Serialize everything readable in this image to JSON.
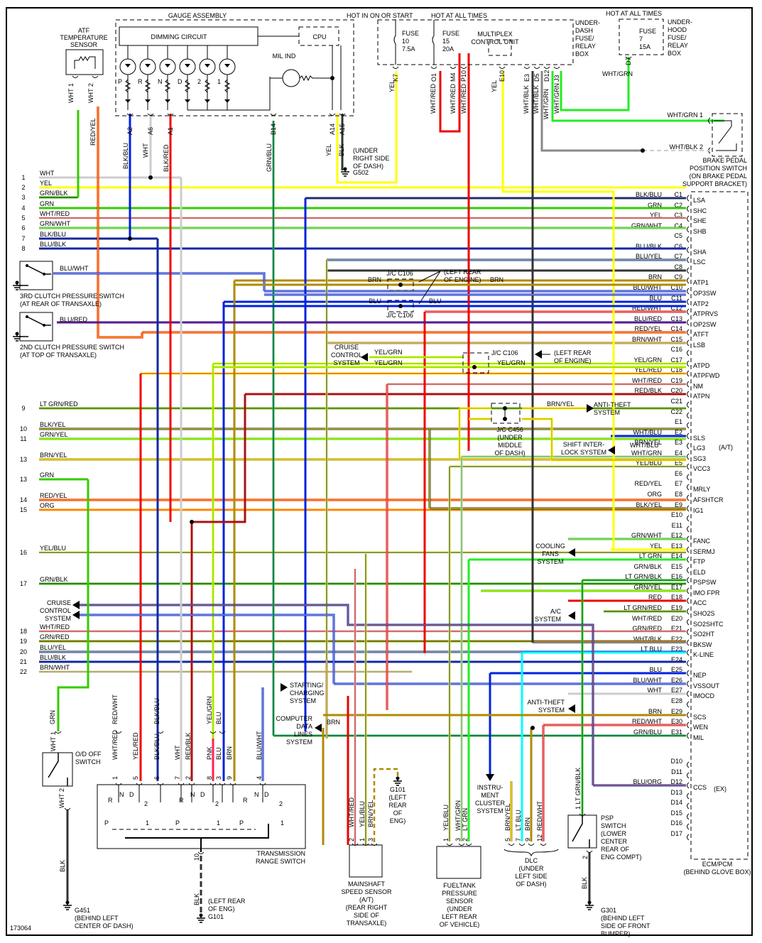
{
  "diagram_id": "173064",
  "colors": {
    "WHT": "#cccccc",
    "YEL": "#ffff00",
    "GRN": "#33cc00",
    "LTGRN": "#22ee22",
    "RED": "#ee0000",
    "BLU": "#0022dd",
    "BLK": "#333333",
    "BRN": "#b08a00",
    "ORG": "#ff8800",
    "LTBLU": "#00ffff",
    "PNK": "#ff2255",
    "GRY": "#888888"
  },
  "components": {
    "atf_sensor": [
      "ATF",
      "TEMPERATURE",
      "SENSOR"
    ],
    "gauge_assembly": "GAUGE ASSEMBLY",
    "dimming_circuit": "DIMMING CIRCUIT",
    "cpu": "CPU",
    "mil_ind": "MIL IND",
    "gauge_leds": [
      "P",
      "R",
      "N",
      "D",
      "2",
      "1"
    ],
    "hot_in_on": "HOT IN ON OR START",
    "hot_at_all_times_1": "HOT AT ALL TIMES",
    "hot_at_all_times_2": "HOT AT ALL TIMES",
    "fuse10": [
      "FUSE",
      "10",
      "7.5A"
    ],
    "fuse15": [
      "FUSE",
      "15",
      "20A"
    ],
    "fuse7": [
      "FUSE",
      "7",
      "15A"
    ],
    "multiplex": [
      "MULTIPLEX",
      "CONTROL UNIT"
    ],
    "underdash_box": [
      "UNDER-",
      "DASH",
      "FUSE/",
      "RELAY",
      "BOX"
    ],
    "underhood_box": [
      "UNDER-",
      "HOOD",
      "FUSE/",
      "RELAY",
      "BOX"
    ],
    "g502": [
      "(UNDER",
      "RIGHT SIDE",
      "OF DASH)",
      "G502"
    ],
    "brake_switch": [
      "BRAKE PEDAL",
      "POSITION SWITCH",
      "(ON BRAKE PEDAL",
      "SUPPORT BRACKET)"
    ],
    "clutch3": [
      "3RD CLUTCH PRESSURE SWITCH",
      "(AT REAR OF TRANSAXLE)"
    ],
    "clutch2": [
      "2ND CLUTCH PRESSURE SWITCH",
      "(AT TOP OF TRANSAXLE)"
    ],
    "jc_c106_a": "J/C C106",
    "jc_c106_b": "J/C C106",
    "jc_c106_c": "J/C C106",
    "left_rear_engine": [
      "(LEFT REAR",
      "OF ENGINE)"
    ],
    "left_rear_engine_2": [
      "(LEFT REAR",
      "OF ENGINE)"
    ],
    "cruise_top": [
      "CRUISE",
      "CONTROL",
      "SYSTEM"
    ],
    "jc_c456": [
      "J/C C456",
      "(UNDER",
      "MIDDLE",
      "OF DASH)"
    ],
    "anti_theft_1": [
      "ANTI-THEFT",
      "SYSTEM"
    ],
    "shift_interlock": [
      "SHIFT INTER-",
      "LOCK SYSTEM"
    ],
    "cooling_fans": [
      "COOLING",
      "FANS",
      "SYSTEM"
    ],
    "ac_system": [
      "A/C",
      "SYSTEM"
    ],
    "cruise_left": [
      "CRUISE",
      "CONTROL",
      "SYSTEM"
    ],
    "starting_charging": [
      "STARTING/",
      "CHARGING",
      "SYSTEM"
    ],
    "computer_data": [
      "COMPUTER",
      "DATA",
      "LINES",
      "SYSTEM"
    ],
    "anti_theft_2": [
      "ANTI-THEFT",
      "SYSTEM"
    ],
    "instrument_cluster": [
      "INSTRU-",
      "MENT",
      "CLUSTER",
      "SYSTEM"
    ],
    "od_switch": [
      "O/D OFF",
      "SWITCH"
    ],
    "g451": [
      "G451",
      "(BEHIND LEFT",
      "CENTER OF DASH)"
    ],
    "trs": [
      "TRANSMISSION",
      "RANGE SWITCH"
    ],
    "g101_trs": [
      "(LEFT REAR",
      "OF ENG)",
      "G101"
    ],
    "mainshaft": [
      "MAINSHAFT",
      "SPEED SENSOR",
      "(A/T)",
      "(REAR RIGHT",
      "SIDE OF",
      "TRANSAXLE)"
    ],
    "g101_ms": [
      "G101",
      "(LEFT",
      "REAR",
      "OF",
      "ENG)"
    ],
    "fueltank": [
      "FUELTANK",
      "PRESSURE",
      "SENSOR",
      "(UNDER",
      "LEFT REAR",
      "OF VEHICLE)"
    ],
    "dlc": [
      "DLC",
      "(UNDER",
      "LEFT SIDE",
      "OF DASH)"
    ],
    "psp": [
      "PSP",
      "SWITCH",
      "(LOWER",
      "CENTER",
      "REAR OF",
      "ENG COMPT)"
    ],
    "g301": [
      "G301",
      "(BEHIND LEFT",
      "SIDE OF FRONT",
      "BUMPER)"
    ],
    "ecm": [
      "ECM/PCM",
      "(BEHIND GLOVE BOX)"
    ],
    "at_tag": "(A/T)",
    "ex_tag": "(EX)"
  },
  "left_rows": [
    {
      "num": "1",
      "label": "WHT",
      "c": [
        "WHT"
      ]
    },
    {
      "num": "2",
      "label": "YEL",
      "c": [
        "YEL"
      ]
    },
    {
      "num": "3",
      "label": "GRN/BLK",
      "c": [
        "GRN",
        "BLK"
      ]
    },
    {
      "num": "4",
      "label": "GRN",
      "c": [
        "GRN"
      ]
    },
    {
      "num": "5",
      "label": "WHT/RED",
      "c": [
        "WHT",
        "RED"
      ]
    },
    {
      "num": "6",
      "label": "GRN/WHT",
      "c": [
        "GRN",
        "WHT"
      ]
    },
    {
      "num": "7",
      "label": "BLK/BLU",
      "c": [
        "BLK",
        "BLU"
      ]
    },
    {
      "num": "8",
      "label": "BLU/BLK",
      "c": [
        "BLU",
        "BLK"
      ]
    },
    {
      "num": "9",
      "label": "LT GRN/RED",
      "c": [
        "LTGRN",
        "RED"
      ]
    },
    {
      "num": "10",
      "label": "BLK/YEL",
      "c": [
        "BLK",
        "YEL"
      ]
    },
    {
      "num": "11",
      "label": "GRN/YEL",
      "c": [
        "GRN",
        "YEL"
      ]
    },
    {
      "num": "13",
      "label": "BRN/YEL",
      "c": [
        "BRN",
        "YEL"
      ]
    },
    {
      "num": "13",
      "label": "GRN",
      "c": [
        "GRN"
      ]
    },
    {
      "num": "14",
      "label": "RED/YEL",
      "c": [
        "RED",
        "YEL"
      ]
    },
    {
      "num": "15",
      "label": "ORG",
      "c": [
        "ORG"
      ]
    },
    {
      "num": "16",
      "label": "YEL/BLU",
      "c": [
        "YEL",
        "BLU"
      ]
    },
    {
      "num": "17",
      "label": "GRN/BLK",
      "c": [
        "GRN",
        "BLK"
      ]
    },
    {
      "num": "18",
      "label": "WHT/RED",
      "c": [
        "WHT",
        "RED"
      ]
    },
    {
      "num": "19",
      "label": "GRN/RED",
      "c": [
        "GRN",
        "RED"
      ]
    },
    {
      "num": "20",
      "label": "BLU/YEL",
      "c": [
        "BLU",
        "YEL"
      ]
    },
    {
      "num": "21",
      "label": "BLU/BLK",
      "c": [
        "BLU",
        "BLK"
      ]
    },
    {
      "num": "22",
      "label": "BRN/WHT",
      "c": [
        "BRN",
        "WHT"
      ]
    }
  ],
  "ecm_pins": [
    {
      "pin": "C1",
      "wire": "BLK/BLU",
      "func": "LSA",
      "c": [
        "BLK",
        "BLU"
      ]
    },
    {
      "pin": "C2",
      "wire": "GRN",
      "func": "SHC",
      "c": [
        "GRN"
      ]
    },
    {
      "pin": "C3",
      "wire": "YEL",
      "func": "SHE",
      "c": [
        "YEL"
      ]
    },
    {
      "pin": "C4",
      "wire": "GRN/WHT",
      "func": "SHB",
      "c": [
        "GRN",
        "WHT"
      ]
    },
    {
      "pin": "C5",
      "wire": "",
      "func": "",
      "c": []
    },
    {
      "pin": "C6",
      "wire": "BLU/BLK",
      "func": "SHA",
      "c": [
        "BLU",
        "BLK"
      ]
    },
    {
      "pin": "C7",
      "wire": "BLU/YEL",
      "func": "LSC",
      "c": [
        "BLU",
        "YEL"
      ]
    },
    {
      "pin": "C8",
      "wire": "",
      "func": "",
      "c": []
    },
    {
      "pin": "C9",
      "wire": "BRN",
      "func": "ATP1",
      "c": [
        "BRN"
      ]
    },
    {
      "pin": "C10",
      "wire": "BLU/WHT",
      "func": "OP3SW",
      "c": [
        "BLU",
        "WHT"
      ]
    },
    {
      "pin": "C11",
      "wire": "BLU",
      "func": "ATP2",
      "c": [
        "BLU"
      ]
    },
    {
      "pin": "C12",
      "wire": "RED/WHT",
      "func": "ATPRVS",
      "c": [
        "RED",
        "WHT"
      ]
    },
    {
      "pin": "C13",
      "wire": "BLU/RED",
      "func": "OP2SW",
      "c": [
        "BLU",
        "RED"
      ]
    },
    {
      "pin": "C14",
      "wire": "RED/YEL",
      "func": "ATFT",
      "c": [
        "RED",
        "YEL"
      ]
    },
    {
      "pin": "C15",
      "wire": "BRN/WHT",
      "func": "LSB",
      "c": [
        "BRN",
        "WHT"
      ]
    },
    {
      "pin": "C16",
      "wire": "",
      "func": "",
      "c": []
    },
    {
      "pin": "C17",
      "wire": "YEL/GRN",
      "func": "ATPD",
      "c": [
        "YEL",
        "GRN"
      ]
    },
    {
      "pin": "C18",
      "wire": "YEL/RED",
      "func": "ATPFWD",
      "c": [
        "YEL",
        "RED"
      ]
    },
    {
      "pin": "C19",
      "wire": "WHT/RED",
      "func": "NM",
      "c": [
        "WHT",
        "RED"
      ]
    },
    {
      "pin": "C20",
      "wire": "RED/BLK",
      "func": "ATPN",
      "c": [
        "RED",
        "BLK"
      ]
    },
    {
      "pin": "C21",
      "wire": "",
      "func": "",
      "c": []
    },
    {
      "pin": "C22",
      "wire": "",
      "func": "",
      "c": []
    },
    {
      "pin": "E1",
      "wire": "",
      "func": "",
      "c": []
    },
    {
      "pin": "E2",
      "wire": "WHT/BLU",
      "func": "SLS",
      "c": [
        "WHT",
        "BLU"
      ]
    },
    {
      "pin": "E3",
      "wire": "BRN/YEL",
      "func": "LG3",
      "c": [
        "BRN",
        "YEL"
      ]
    },
    {
      "pin": "E4",
      "wire": "WHT/GRN",
      "func": "SG3",
      "c": [
        "WHT",
        "GRN"
      ]
    },
    {
      "pin": "E5",
      "wire": "YEL/BLU",
      "func": "VCC3",
      "c": [
        "YEL",
        "BLU"
      ]
    },
    {
      "pin": "E6",
      "wire": "",
      "func": "",
      "c": []
    },
    {
      "pin": "E7",
      "wire": "RED/YEL",
      "func": "MRLY",
      "c": [
        "RED",
        "YEL"
      ]
    },
    {
      "pin": "E8",
      "wire": "ORG",
      "func": "AFSHTCR",
      "c": [
        "ORG"
      ]
    },
    {
      "pin": "E9",
      "wire": "BLK/YEL",
      "func": "IG1",
      "c": [
        "BLK",
        "YEL"
      ]
    },
    {
      "pin": "E10",
      "wire": "",
      "func": "",
      "c": []
    },
    {
      "pin": "E11",
      "wire": "",
      "func": "",
      "c": []
    },
    {
      "pin": "E12",
      "wire": "GRN/WHT",
      "func": "FANC",
      "c": [
        "GRN",
        "WHT"
      ]
    },
    {
      "pin": "E13",
      "wire": "YEL",
      "func": "SERMJ",
      "c": [
        "YEL"
      ]
    },
    {
      "pin": "E14",
      "wire": "LT GRN",
      "func": "FTP",
      "c": [
        "LTGRN"
      ]
    },
    {
      "pin": "E15",
      "wire": "GRN/BLK",
      "func": "ELD",
      "c": [
        "GRN",
        "BLK"
      ]
    },
    {
      "pin": "E16",
      "wire": "LT GRN/BLK",
      "func": "PSPSW",
      "c": [
        "LTGRN",
        "BLK"
      ]
    },
    {
      "pin": "E17",
      "wire": "GRN/YEL",
      "func": "IMO FPR",
      "c": [
        "GRN",
        "YEL"
      ]
    },
    {
      "pin": "E18",
      "wire": "RED",
      "func": "ACC",
      "c": [
        "RED"
      ]
    },
    {
      "pin": "E19",
      "wire": "LT GRN/RED",
      "func": "SHO2S",
      "c": [
        "LTGRN",
        "RED"
      ]
    },
    {
      "pin": "E20",
      "wire": "WHT/RED",
      "func": "SO2SHTC",
      "c": [
        "WHT",
        "RED"
      ]
    },
    {
      "pin": "E21",
      "wire": "GRN/RED",
      "func": "SO2HT",
      "c": [
        "GRN",
        "RED"
      ]
    },
    {
      "pin": "E22",
      "wire": "WHT/BLK",
      "func": "BKSW",
      "c": [
        "WHT",
        "BLK"
      ]
    },
    {
      "pin": "E23",
      "wire": "LT BLU",
      "func": "K-LINE",
      "c": [
        "LTBLU"
      ]
    },
    {
      "pin": "E24",
      "wire": "",
      "func": "",
      "c": []
    },
    {
      "pin": "E25",
      "wire": "BLU",
      "func": "NEP",
      "c": [
        "BLU"
      ]
    },
    {
      "pin": "E26",
      "wire": "BLU/WHT",
      "func": "VSSOUT",
      "c": [
        "BLU",
        "WHT"
      ]
    },
    {
      "pin": "E27",
      "wire": "WHT",
      "func": "IMOCD",
      "c": [
        "WHT"
      ]
    },
    {
      "pin": "E28",
      "wire": "",
      "func": "",
      "c": []
    },
    {
      "pin": "E29",
      "wire": "BRN",
      "func": "SCS",
      "c": [
        "BRN"
      ]
    },
    {
      "pin": "E30",
      "wire": "RED/WHT",
      "func": "WEN",
      "c": [
        "RED",
        "WHT"
      ]
    },
    {
      "pin": "E31",
      "wire": "GRN/BLU",
      "func": "MIL",
      "c": [
        "GRN",
        "BLU"
      ]
    },
    {
      "pin": "D10",
      "wire": "",
      "func": "",
      "c": []
    },
    {
      "pin": "D11",
      "wire": "",
      "func": "",
      "c": []
    },
    {
      "pin": "D12",
      "wire": "BLU/ORG",
      "func": "CCS",
      "c": [
        "BLU",
        "ORG"
      ]
    },
    {
      "pin": "D13",
      "wire": "",
      "func": "",
      "c": []
    },
    {
      "pin": "D14",
      "wire": "",
      "func": "",
      "c": []
    },
    {
      "pin": "D15",
      "wire": "",
      "func": "",
      "c": []
    },
    {
      "pin": "D16",
      "wire": "",
      "func": "",
      "c": []
    },
    {
      "pin": "D17",
      "wire": "",
      "func": "",
      "c": []
    }
  ],
  "top_wires": [
    {
      "pin": "2",
      "wire": "WHT",
      "sub": "1"
    },
    {
      "pin": "2",
      "wire": "WHT",
      "sub": "2"
    },
    {
      "pin": "A2",
      "wire": "BLK/BLU"
    },
    {
      "pin": "A6",
      "wire": "WHT"
    },
    {
      "pin": "A1",
      "wire": "BLK/RED"
    },
    {
      "pin": "B14",
      "wire": "GRN/BLU"
    },
    {
      "pin": "A14",
      "wire": "YEL"
    },
    {
      "pin": "A15",
      "wire": "BLK"
    },
    {
      "pin": "K7",
      "wire": "YEL"
    },
    {
      "pin": "O1",
      "wire": "WHT/RED"
    },
    {
      "pin": "M4",
      "wire": "WHT/RED"
    },
    {
      "pin": "P10",
      "wire": "WHT/RED"
    },
    {
      "pin": "E10",
      "wire": "YEL"
    },
    {
      "pin": "E3",
      "wire": "WHT/BLK"
    },
    {
      "pin": "D5",
      "wire": "WHT/BLK"
    },
    {
      "pin": "D12",
      "wire": "WHT/GRN"
    },
    {
      "pin": "J3",
      "wire": "WHT/GRN"
    },
    {
      "pin": "D7",
      "wire": "WHT/GRN"
    }
  ],
  "atf_wire2": "RED/YEL",
  "brake_wires": [
    {
      "wire": "WHT/GRN",
      "pin": "1"
    },
    {
      "wire": "WHT/BLK",
      "pin": "2"
    }
  ],
  "clutch_wires": [
    "BLU/WHT",
    "BLU/RED"
  ],
  "mid_labels": {
    "brn_l": "BRN",
    "brn_r": "BRN",
    "blu_l": "BLU",
    "blu_r": "BLU",
    "yg1": "YEL/GRN",
    "yg2": "YEL/GRN",
    "yg3": "YEL/GRN",
    "brnyel": "BRN/YEL",
    "wht_blu": "WHT/BLU",
    "brn_data": "BRN"
  },
  "bottom_wires": {
    "od": [
      {
        "pin": "1",
        "wire": "WHT"
      },
      {
        "pin": "",
        "wire": "GRN"
      },
      {
        "pin": "2",
        "wire": "WHT"
      },
      {
        "pin": "",
        "wire": "BLK"
      }
    ],
    "trs_upper": [
      "RED/WHT",
      "BLK/BLU",
      "YEL/GRN",
      "BLU"
    ],
    "trs_pins": [
      {
        "pin": "1",
        "wire": "WHT/RED"
      },
      {
        "pin": "5",
        "wire": "YEL/RED"
      },
      {
        "pin": "6",
        "wire": "BLK/BLU"
      },
      {
        "pin": "7",
        "wire": "WHT"
      },
      {
        "pin": "2",
        "wire": "RED/BLK"
      },
      {
        "pin": "8",
        "wire": "PNK"
      },
      {
        "pin": "3",
        "wire": "BLU"
      },
      {
        "pin": "9",
        "wire": "BRN"
      },
      {
        "pin": "4",
        "wire": "BLU/WHT"
      }
    ],
    "trs_ground": {
      "pin": "10",
      "wire": "BLK"
    },
    "trs_positions": [
      "P",
      "R",
      "N",
      "D",
      "2",
      "1"
    ],
    "mainshaft_pins": [
      {
        "pin": "2",
        "wire": "WHT/RED"
      },
      {
        "pin": "1",
        "wire": "YEL/BLU"
      },
      {
        "pin": "3",
        "wire": "BRN/YEL"
      }
    ],
    "fueltank_pins": [
      {
        "pin": "1",
        "wire": "YEL/BLU"
      },
      {
        "pin": "3",
        "wire": "WHT/GRN"
      },
      {
        "pin": "2",
        "wire": "LT GRN"
      }
    ],
    "dlc_pins": [
      {
        "pin": "5",
        "wire": "BRN/YEL"
      },
      {
        "pin": "7",
        "wire": "LT BLU"
      },
      {
        "pin": "9",
        "wire": "BRN"
      },
      {
        "pin": "12",
        "wire": "RED/WHT"
      }
    ],
    "psp_pins": [
      {
        "pin": "1",
        "wire": "LT GRN/BLK"
      },
      {
        "pin": "2",
        "wire": "BLK"
      }
    ]
  }
}
